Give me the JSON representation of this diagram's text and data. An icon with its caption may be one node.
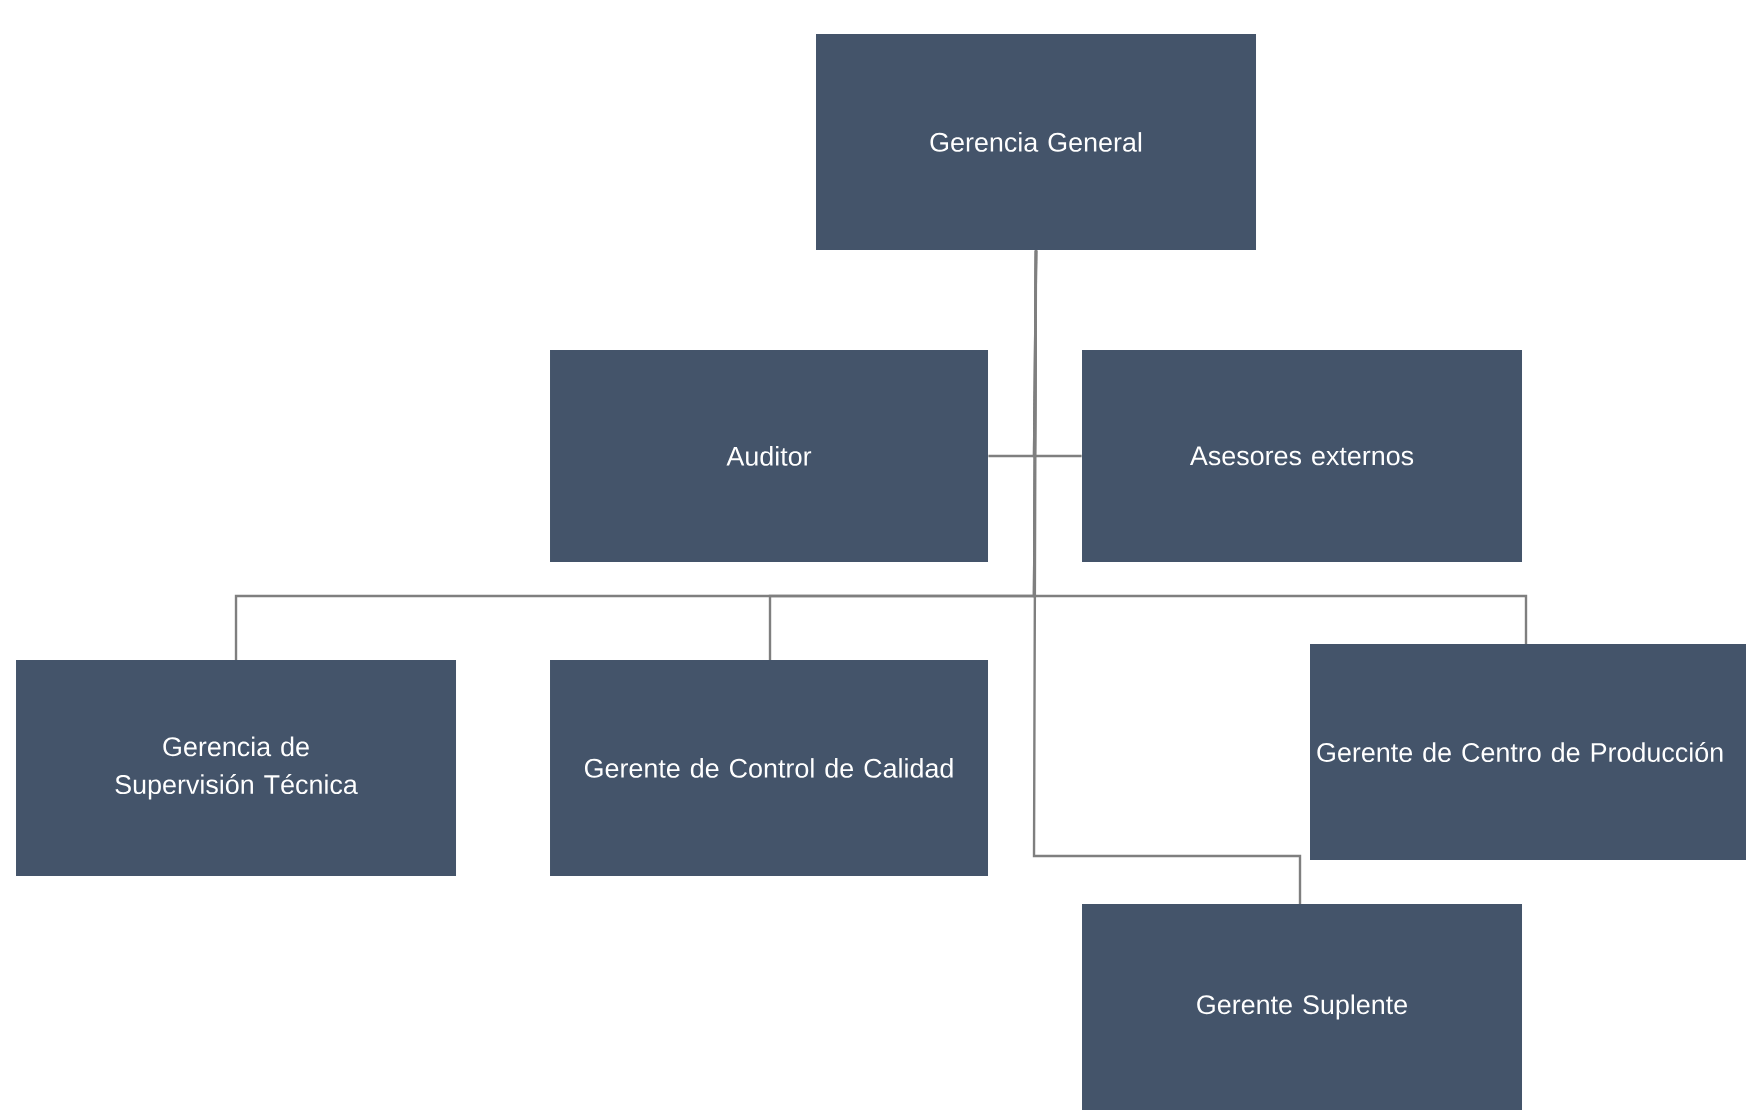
{
  "diagram": {
    "nodes": [
      {
        "text": [
          "Gerencia General"
        ]
      },
      {
        "text": [
          "Auditor"
        ]
      },
      {
        "text": [
          "Asesores externos"
        ]
      },
      {
        "text": [
          "Gerencia de Supervisión Técnica"
        ]
      },
      {
        "text": [
          "Gerente de Control de Calidad"
        ]
      },
      {
        "text": [
          "Gerente de Centro de Producción"
        ]
      },
      {
        "text": [
          "Gerente Suplente"
        ]
      }
    ],
    "edges": [
      {
        "from": 0,
        "to": 1,
        "arrow": "none"
      },
      {
        "from": 0,
        "to": 2,
        "arrow": "none"
      },
      {
        "from": 0,
        "to": 3,
        "arrow": "none"
      },
      {
        "from": 0,
        "to": 4,
        "arrow": "none"
      },
      {
        "from": 0,
        "to": 5,
        "arrow": "none"
      },
      {
        "from": 0,
        "to": 6,
        "arrow": "none"
      }
    ]
  }
}
